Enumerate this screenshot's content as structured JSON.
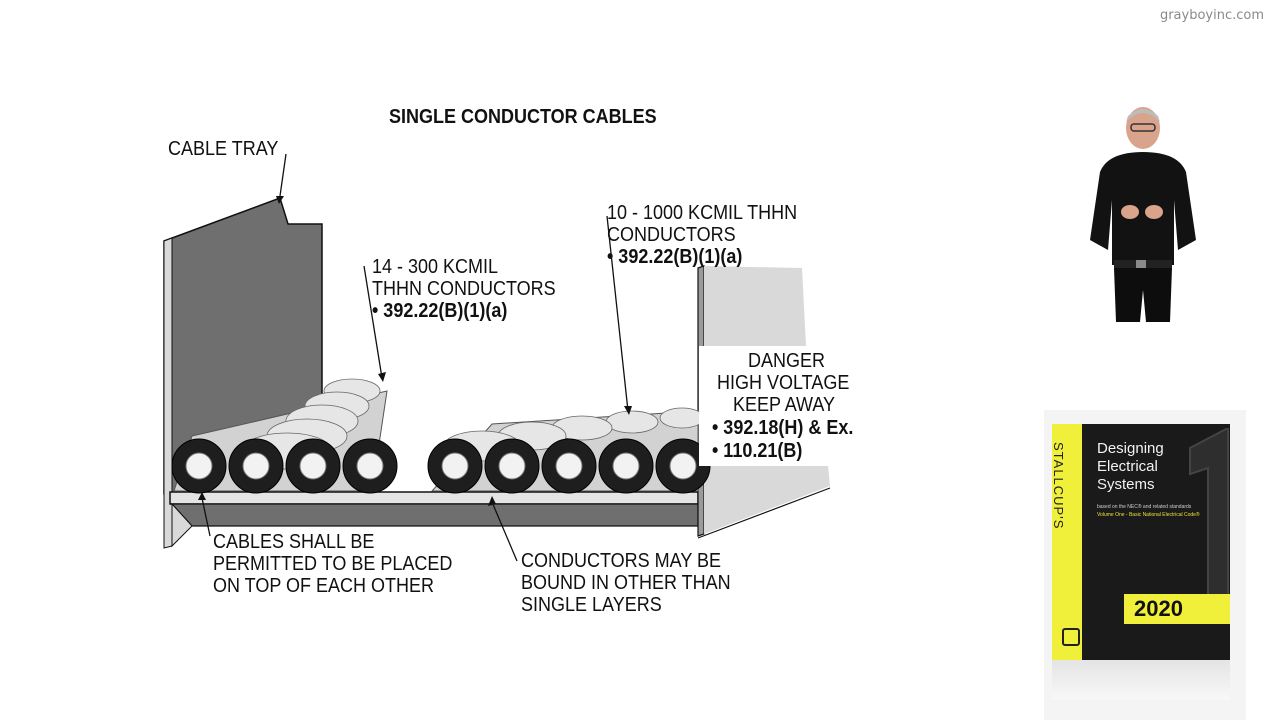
{
  "site": {
    "url": "grayboyinc.com"
  },
  "diagram": {
    "title": "SINGLE CONDUCTOR CABLES",
    "cable_tray_label": "CABLE TRAY",
    "small_conductors": {
      "line1": "14 - 300 KCMIL",
      "line2": "THHN CONDUCTORS",
      "ref": "• 392.22(B)(1)(a)"
    },
    "large_conductors": {
      "line1": "10 - 1000 KCMIL THHN",
      "line2": "CONDUCTORS",
      "ref": "• 392.22(B)(1)(a)"
    },
    "danger_sign": {
      "line1": "DANGER",
      "line2": "HIGH VOLTAGE",
      "line3": "KEEP AWAY",
      "ref1": "• 392.18(H) & Ex.",
      "ref2": "• 110.21(B)"
    },
    "stacking_note": {
      "line1": "CABLES SHALL BE",
      "line2": "PERMITTED TO BE PLACED",
      "line3": "ON TOP OF EACH OTHER"
    },
    "binding_note": {
      "line1": "CONDUCTORS MAY BE",
      "line2": "BOUND IN OTHER THAN",
      "line3": "SINGLE LAYERS"
    }
  },
  "book": {
    "spine": "STALLCUP'S",
    "title_line1": "Designing",
    "title_line2": "Electrical",
    "title_line3": "Systems",
    "subtitle": "based on the NEC® and related standards",
    "volume": "Volume One - Basic National Electrical Code®",
    "year": "2020"
  },
  "colors": {
    "tray_wall": "#6f6f6f",
    "tray_light": "#d9d9d9",
    "conductor_dark": "#1e1e1e",
    "book_yellow": "#f0ef3a"
  }
}
